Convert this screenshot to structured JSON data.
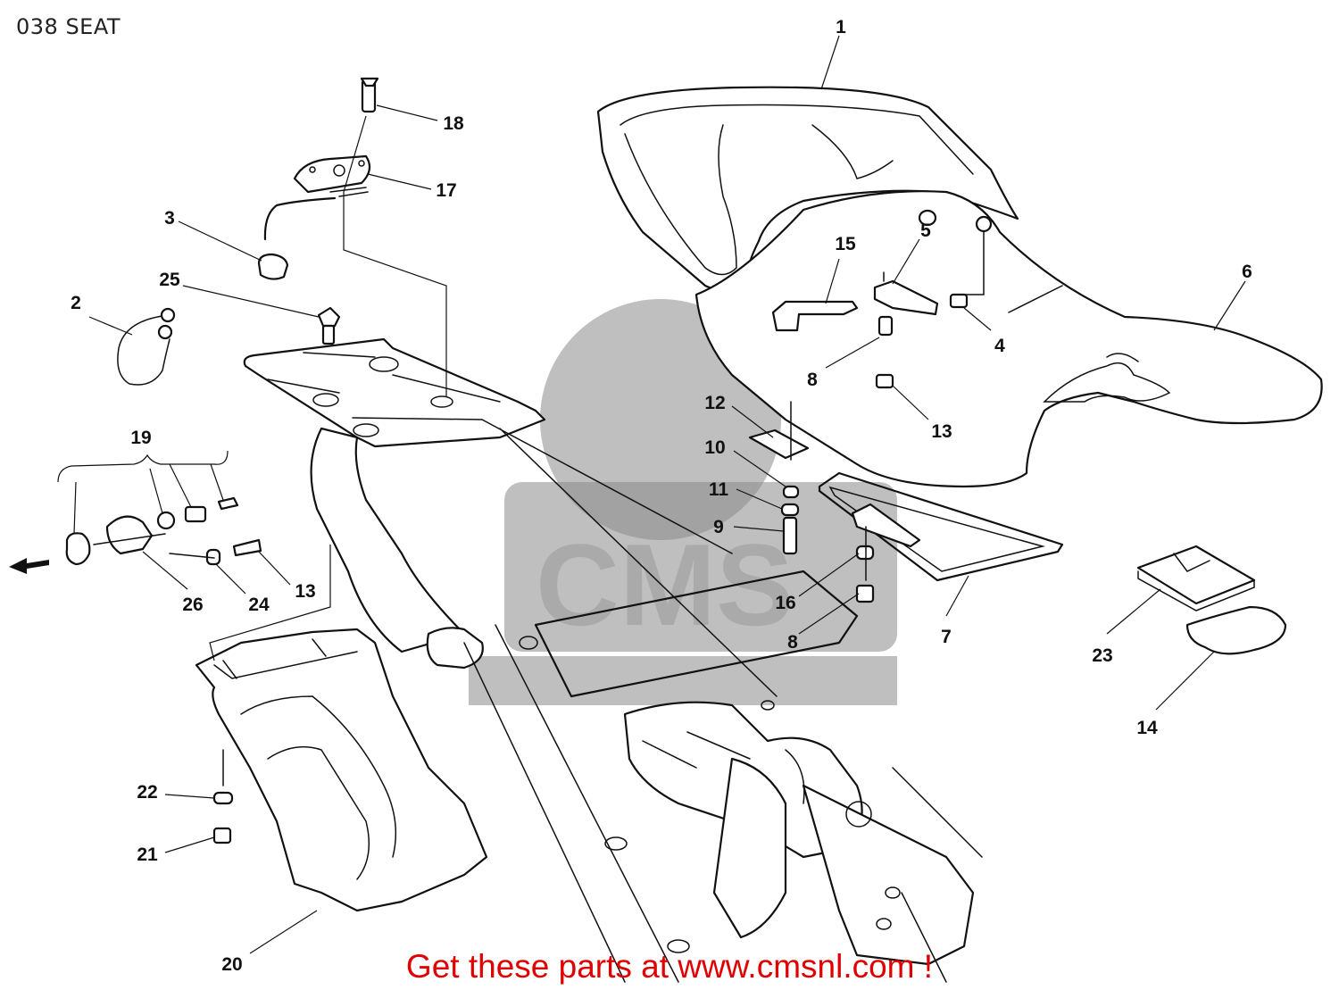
{
  "diagram": {
    "title": "038 SEAT",
    "callouts": {
      "c1": "1",
      "c2": "2",
      "c3": "3",
      "c4": "4",
      "c5": "5",
      "c6": "6",
      "c7": "7",
      "c8a": "8",
      "c8b": "8",
      "c9": "9",
      "c10": "10",
      "c11": "11",
      "c12": "12",
      "c13a": "13",
      "c13b": "13",
      "c14": "14",
      "c15": "15",
      "c16": "16",
      "c17": "17",
      "c18": "18",
      "c19": "19",
      "c20": "20",
      "c21": "21",
      "c22": "22",
      "c23": "23",
      "c24": "24",
      "c25": "25",
      "c26": "26"
    },
    "promo_text": "Get these parts at www.cmsnl.com !"
  },
  "icons": {
    "direction_arrow": "arrow-left-icon",
    "watermark": "cmsnl-watermark-logo"
  },
  "colors": {
    "promo": "#e00000",
    "line_art": "#111111",
    "watermark": "#8a8a8a"
  }
}
